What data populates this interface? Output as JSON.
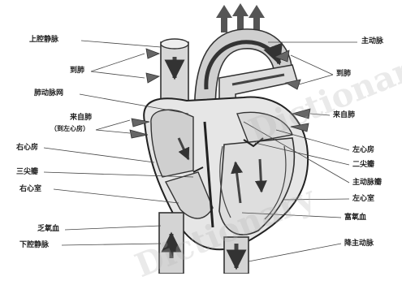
{
  "labels": {
    "sup_vena_cava": "上腔静脉",
    "aorta": "主动脉",
    "lung_left": "到肺",
    "lung_right": "到肺",
    "pulm_vein": "肺动脉网",
    "from_lung_left": "来自肺",
    "from_lung_left_sub": "（到左心房）",
    "from_lung_right": "来自肺",
    "right_atrium": "右心房",
    "left_atrium": "左心房",
    "tricuspid": "三尖瓣",
    "bicuspid": "二尖瓣",
    "right_ventricle": "右心室",
    "aortic_valve": "主动脉瓣",
    "left_ventricle": "左心室",
    "deoxy_blood": "乏氧血",
    "oxy_blood": "富氧血",
    "inf_vena_cava": "下腔静脉",
    "desc_aorta": "降主动脉"
  },
  "watermark": {
    "line1": "Dictionary",
    "line2": "Dictionary"
  }
}
